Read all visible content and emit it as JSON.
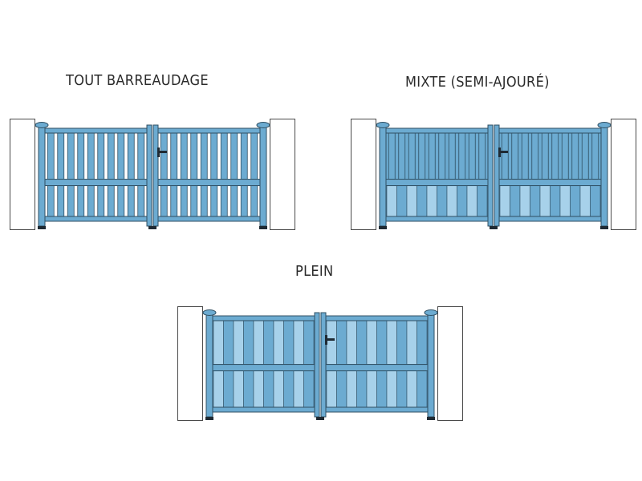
{
  "gates": [
    {
      "label": "TOUT BARREAUDAGE",
      "style": "bars"
    },
    {
      "label": "MIXTE (SEMI-AJOURÉ)",
      "style": "mixed"
    },
    {
      "label": "PLEIN",
      "style": "solid"
    }
  ],
  "colors": {
    "gate_fill": "#6cabd1",
    "gate_dark": "#2f4f63",
    "gate_light": "#a7d1ea",
    "pillar_fill": "#ffffff",
    "pillar_stroke": "#4a4a4a",
    "handle": "#1f2a33"
  }
}
